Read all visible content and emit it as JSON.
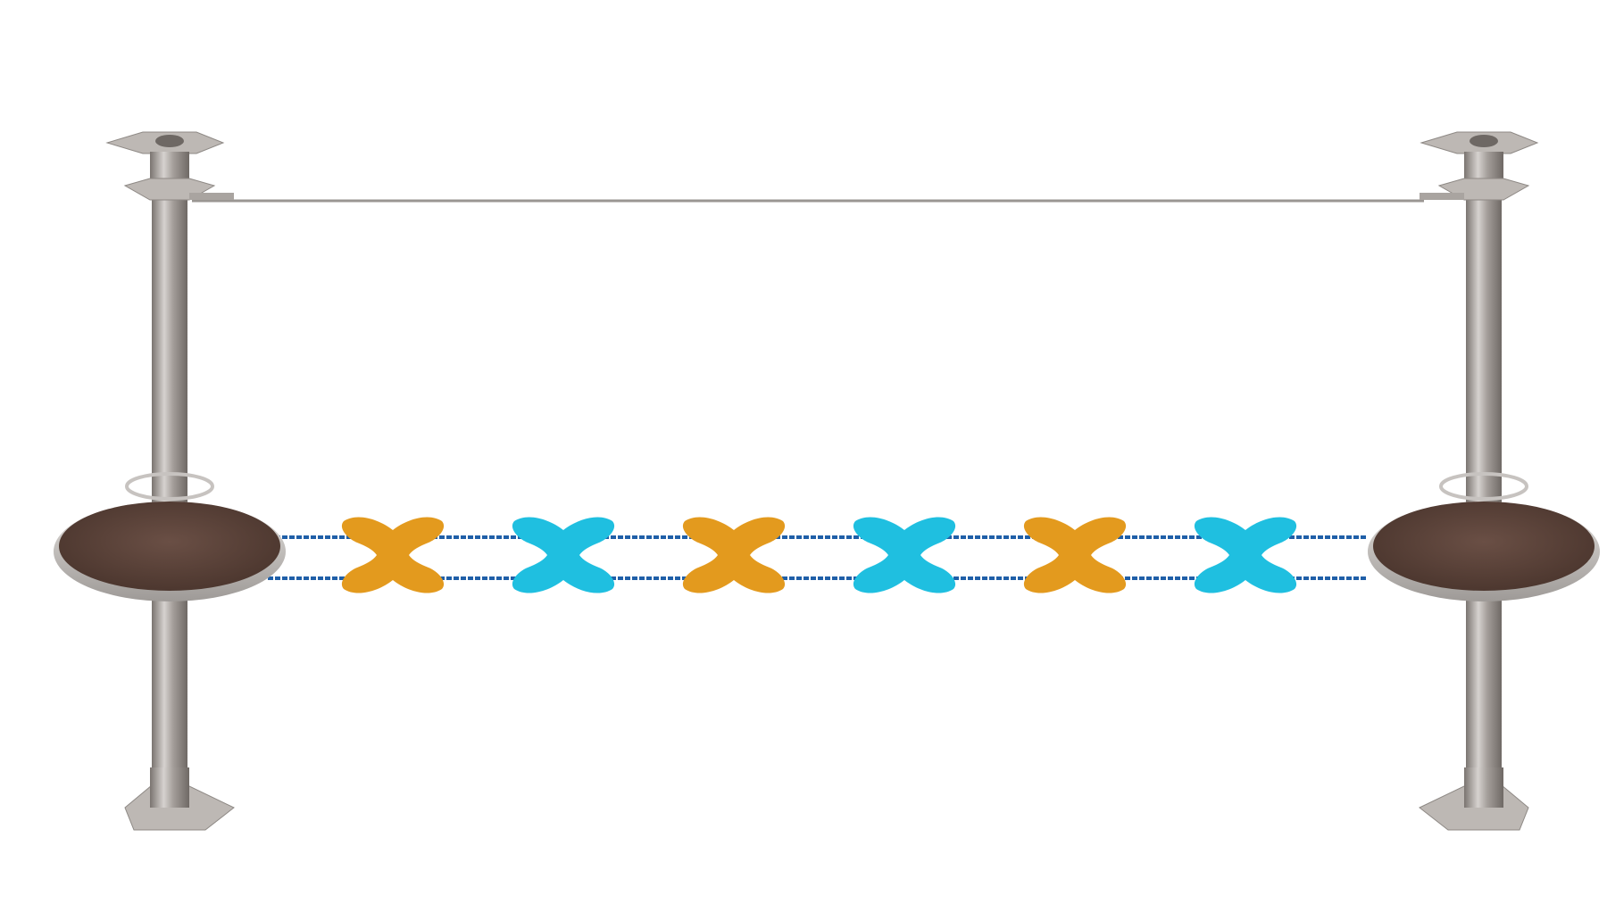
{
  "scene": {
    "background": "#ffffff",
    "colors": {
      "pole": "#a39d99",
      "pole_dark": "#7a7470",
      "pole_light": "#d6d2cf",
      "platform": "#5a4239",
      "platform_rim": "#c9c5c2",
      "rope": "#1f5fa8",
      "cable": "#9a9692",
      "orange_step": "#e39a1e",
      "cyan_step": "#1fbfe0"
    },
    "icons": {
      "pole": "steel-post",
      "platform": "round-platform",
      "step": "butterfly-step",
      "rope": "rope",
      "cable": "handrail-cable"
    },
    "steps": [
      {
        "color": "orange"
      },
      {
        "color": "cyan"
      },
      {
        "color": "orange"
      },
      {
        "color": "cyan"
      },
      {
        "color": "orange"
      },
      {
        "color": "cyan"
      }
    ]
  }
}
